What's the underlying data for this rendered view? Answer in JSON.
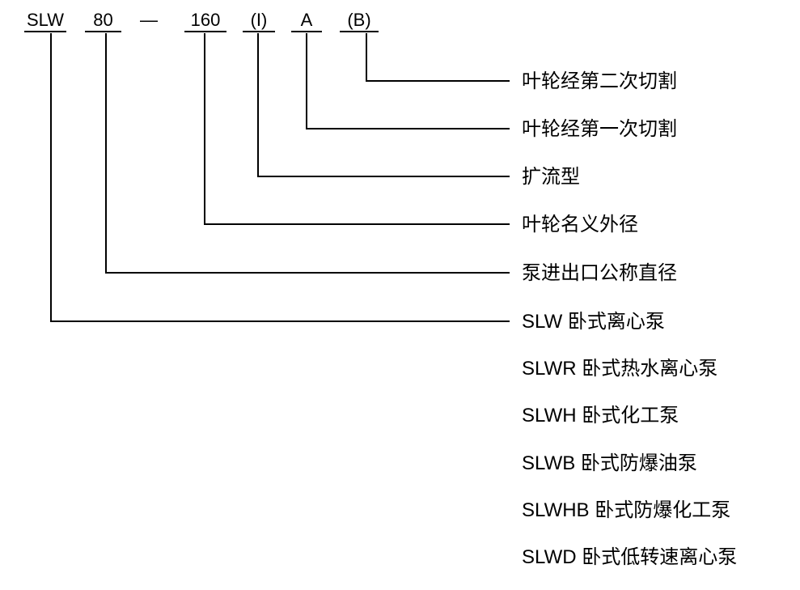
{
  "code": {
    "segments": [
      {
        "text": "SLW"
      },
      {
        "text": "80"
      },
      {
        "text": "—"
      },
      {
        "text": "160"
      },
      {
        "text": "(I)"
      },
      {
        "text": "A"
      },
      {
        "text": "(B)"
      }
    ]
  },
  "callouts": [
    {
      "label": "叶轮经第二次切割"
    },
    {
      "label": "叶轮经第一次切割"
    },
    {
      "label": "扩流型"
    },
    {
      "label": "叶轮名义外径"
    },
    {
      "label": "泵进出口公称直径"
    },
    {
      "label": "SLW 卧式离心泵"
    }
  ],
  "variants": [
    "SLWR 卧式热水离心泵",
    "SLWH 卧式化工泵",
    "SLWB 卧式防爆油泵",
    "SLWHB 卧式防爆化工泵",
    "SLWD 卧式低转速离心泵"
  ],
  "colors": {
    "line": "#000000",
    "text": "#000000",
    "background": "#ffffff"
  }
}
